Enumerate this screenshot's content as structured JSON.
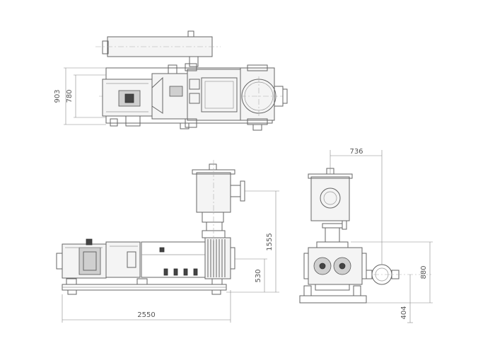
{
  "dimensions": {
    "top_overall_height": "903",
    "top_inner_height": "780",
    "front_overall_length": "2550",
    "front_total_height": "1555",
    "front_shaft_height": "530",
    "side_offset_width": "736",
    "side_height": "880",
    "side_shaft_height": "404"
  }
}
